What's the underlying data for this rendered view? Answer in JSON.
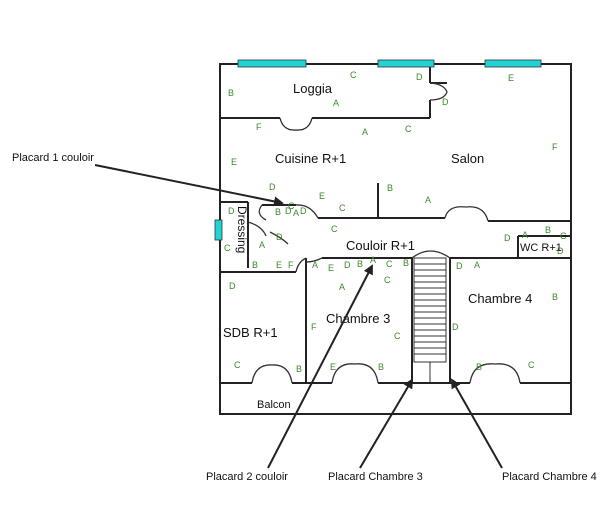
{
  "rooms": {
    "loggia": "Loggia",
    "cuisine": "Cuisine R+1",
    "salon": "Salon",
    "dressing": "Dressing",
    "couloir": "Couloir R+1",
    "wc": "WC R+1",
    "chambre4": "Chambre 4",
    "sdb": "SDB R+1",
    "chambre3": "Chambre 3",
    "balcon": "Balcon"
  },
  "callouts": {
    "placard1": "Placard 1 couloir",
    "placard2": "Placard 2 couloir",
    "placard_ch3": "Placard Chambre 3",
    "placard_ch4": "Placard Chambre 4"
  },
  "markers": [
    "A",
    "B",
    "C",
    "D",
    "E",
    "F"
  ],
  "colors": {
    "walls": "#222222",
    "windows": "#22d3d6",
    "markers": "#3a8a2a"
  }
}
